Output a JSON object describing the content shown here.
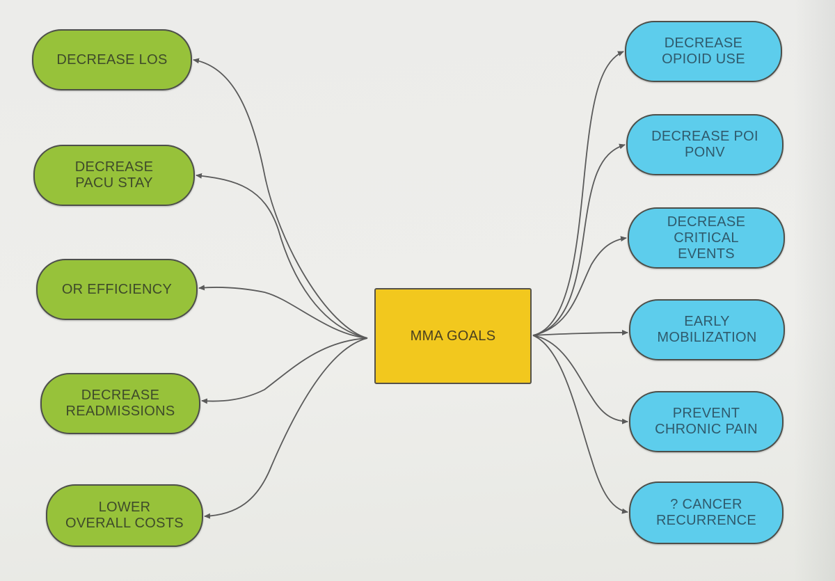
{
  "diagram": {
    "center": {
      "label": "MMA GOALS"
    },
    "left_goals": [
      {
        "label": "DECREASE LOS"
      },
      {
        "label": "DECREASE\nPACU STAY"
      },
      {
        "label": "OR EFFICIENCY"
      },
      {
        "label": "DECREASE\nREADMISSIONS"
      },
      {
        "label": "LOWER\nOVERALL COSTS"
      }
    ],
    "right_goals": [
      {
        "label": "DECREASE\nOPIOID USE"
      },
      {
        "label": "DECREASE POI\nPONV"
      },
      {
        "label": "DECREASE\nCRITICAL\nEVENTS"
      },
      {
        "label": "EARLY\nMOBILIZATION"
      },
      {
        "label": "PREVENT\nCHRONIC PAIN"
      },
      {
        "label": "? CANCER\nRECURRENCE"
      }
    ],
    "colors": {
      "center_fill": "#f2c81e",
      "left_fill": "#97c23a",
      "right_fill": "#5dcdec",
      "connector": "#5a5a5a"
    }
  }
}
